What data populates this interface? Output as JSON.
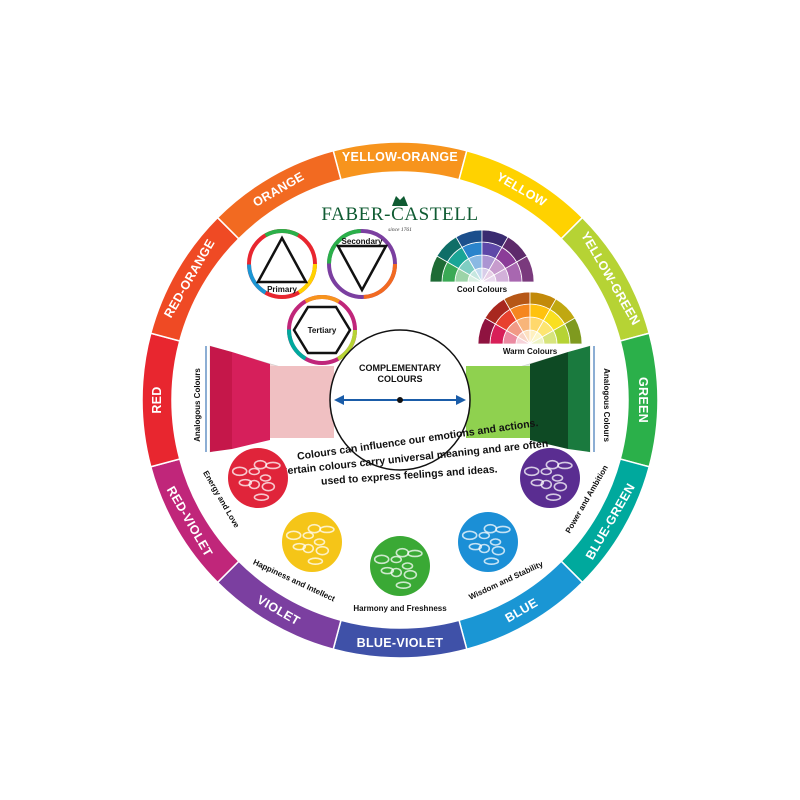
{
  "brand": {
    "name": "FABER-CASTELL",
    "since": "since 1761"
  },
  "ring": {
    "segments": [
      {
        "label": "YELLOW-ORANGE",
        "color": "#f7941d"
      },
      {
        "label": "YELLOW",
        "color": "#ffd200"
      },
      {
        "label": "YELLOW-GREEN",
        "color": "#b6d334"
      },
      {
        "label": "GREEN",
        "color": "#2bb04a"
      },
      {
        "label": "BLUE-GREEN",
        "color": "#00a99d"
      },
      {
        "label": "BLUE",
        "color": "#1a96d4"
      },
      {
        "label": "BLUE-VIOLET",
        "color": "#3f51a8"
      },
      {
        "label": "VIOLET",
        "color": "#7b3fa0"
      },
      {
        "label": "RED-VIOLET",
        "color": "#c0267a"
      },
      {
        "label": "RED",
        "color": "#e8262f"
      },
      {
        "label": "RED-ORANGE",
        "color": "#ef4a24"
      },
      {
        "label": "ORANGE",
        "color": "#f26a21"
      }
    ]
  },
  "shapes": {
    "primary": "Primary",
    "secondary": "Secondary",
    "tertiary": "Tertiary"
  },
  "schemes": {
    "cool": "Cool Colours",
    "warm": "Warm Colours"
  },
  "analogous_label": "Analogous Colours",
  "center": {
    "line1": "COMPLEMENTARY",
    "line2": "COLOURS"
  },
  "message": {
    "line1": "Colours can influence our emotions and actions.",
    "line2": "Certain colours carry universal meaning and are often",
    "line3": "used to express feelings and ideas."
  },
  "emotions": [
    {
      "label": "Energy and Love",
      "color": "#e0243a"
    },
    {
      "label": "Happiness and Intellect",
      "color": "#f5c518"
    },
    {
      "label": "Harmony and Freshness",
      "color": "#3aa935"
    },
    {
      "label": "Wisdom and Stability",
      "color": "#1b8fd6"
    },
    {
      "label": "Power and Ambition",
      "color": "#5a2d91"
    }
  ],
  "swatches": {
    "left": [
      "#f0c0c2",
      "#e3849a",
      "#d61f5b",
      "#c5174a"
    ],
    "right": [
      "#8fd14f",
      "#1f6b36",
      "#0e4a24",
      "#1a7a3e"
    ]
  }
}
